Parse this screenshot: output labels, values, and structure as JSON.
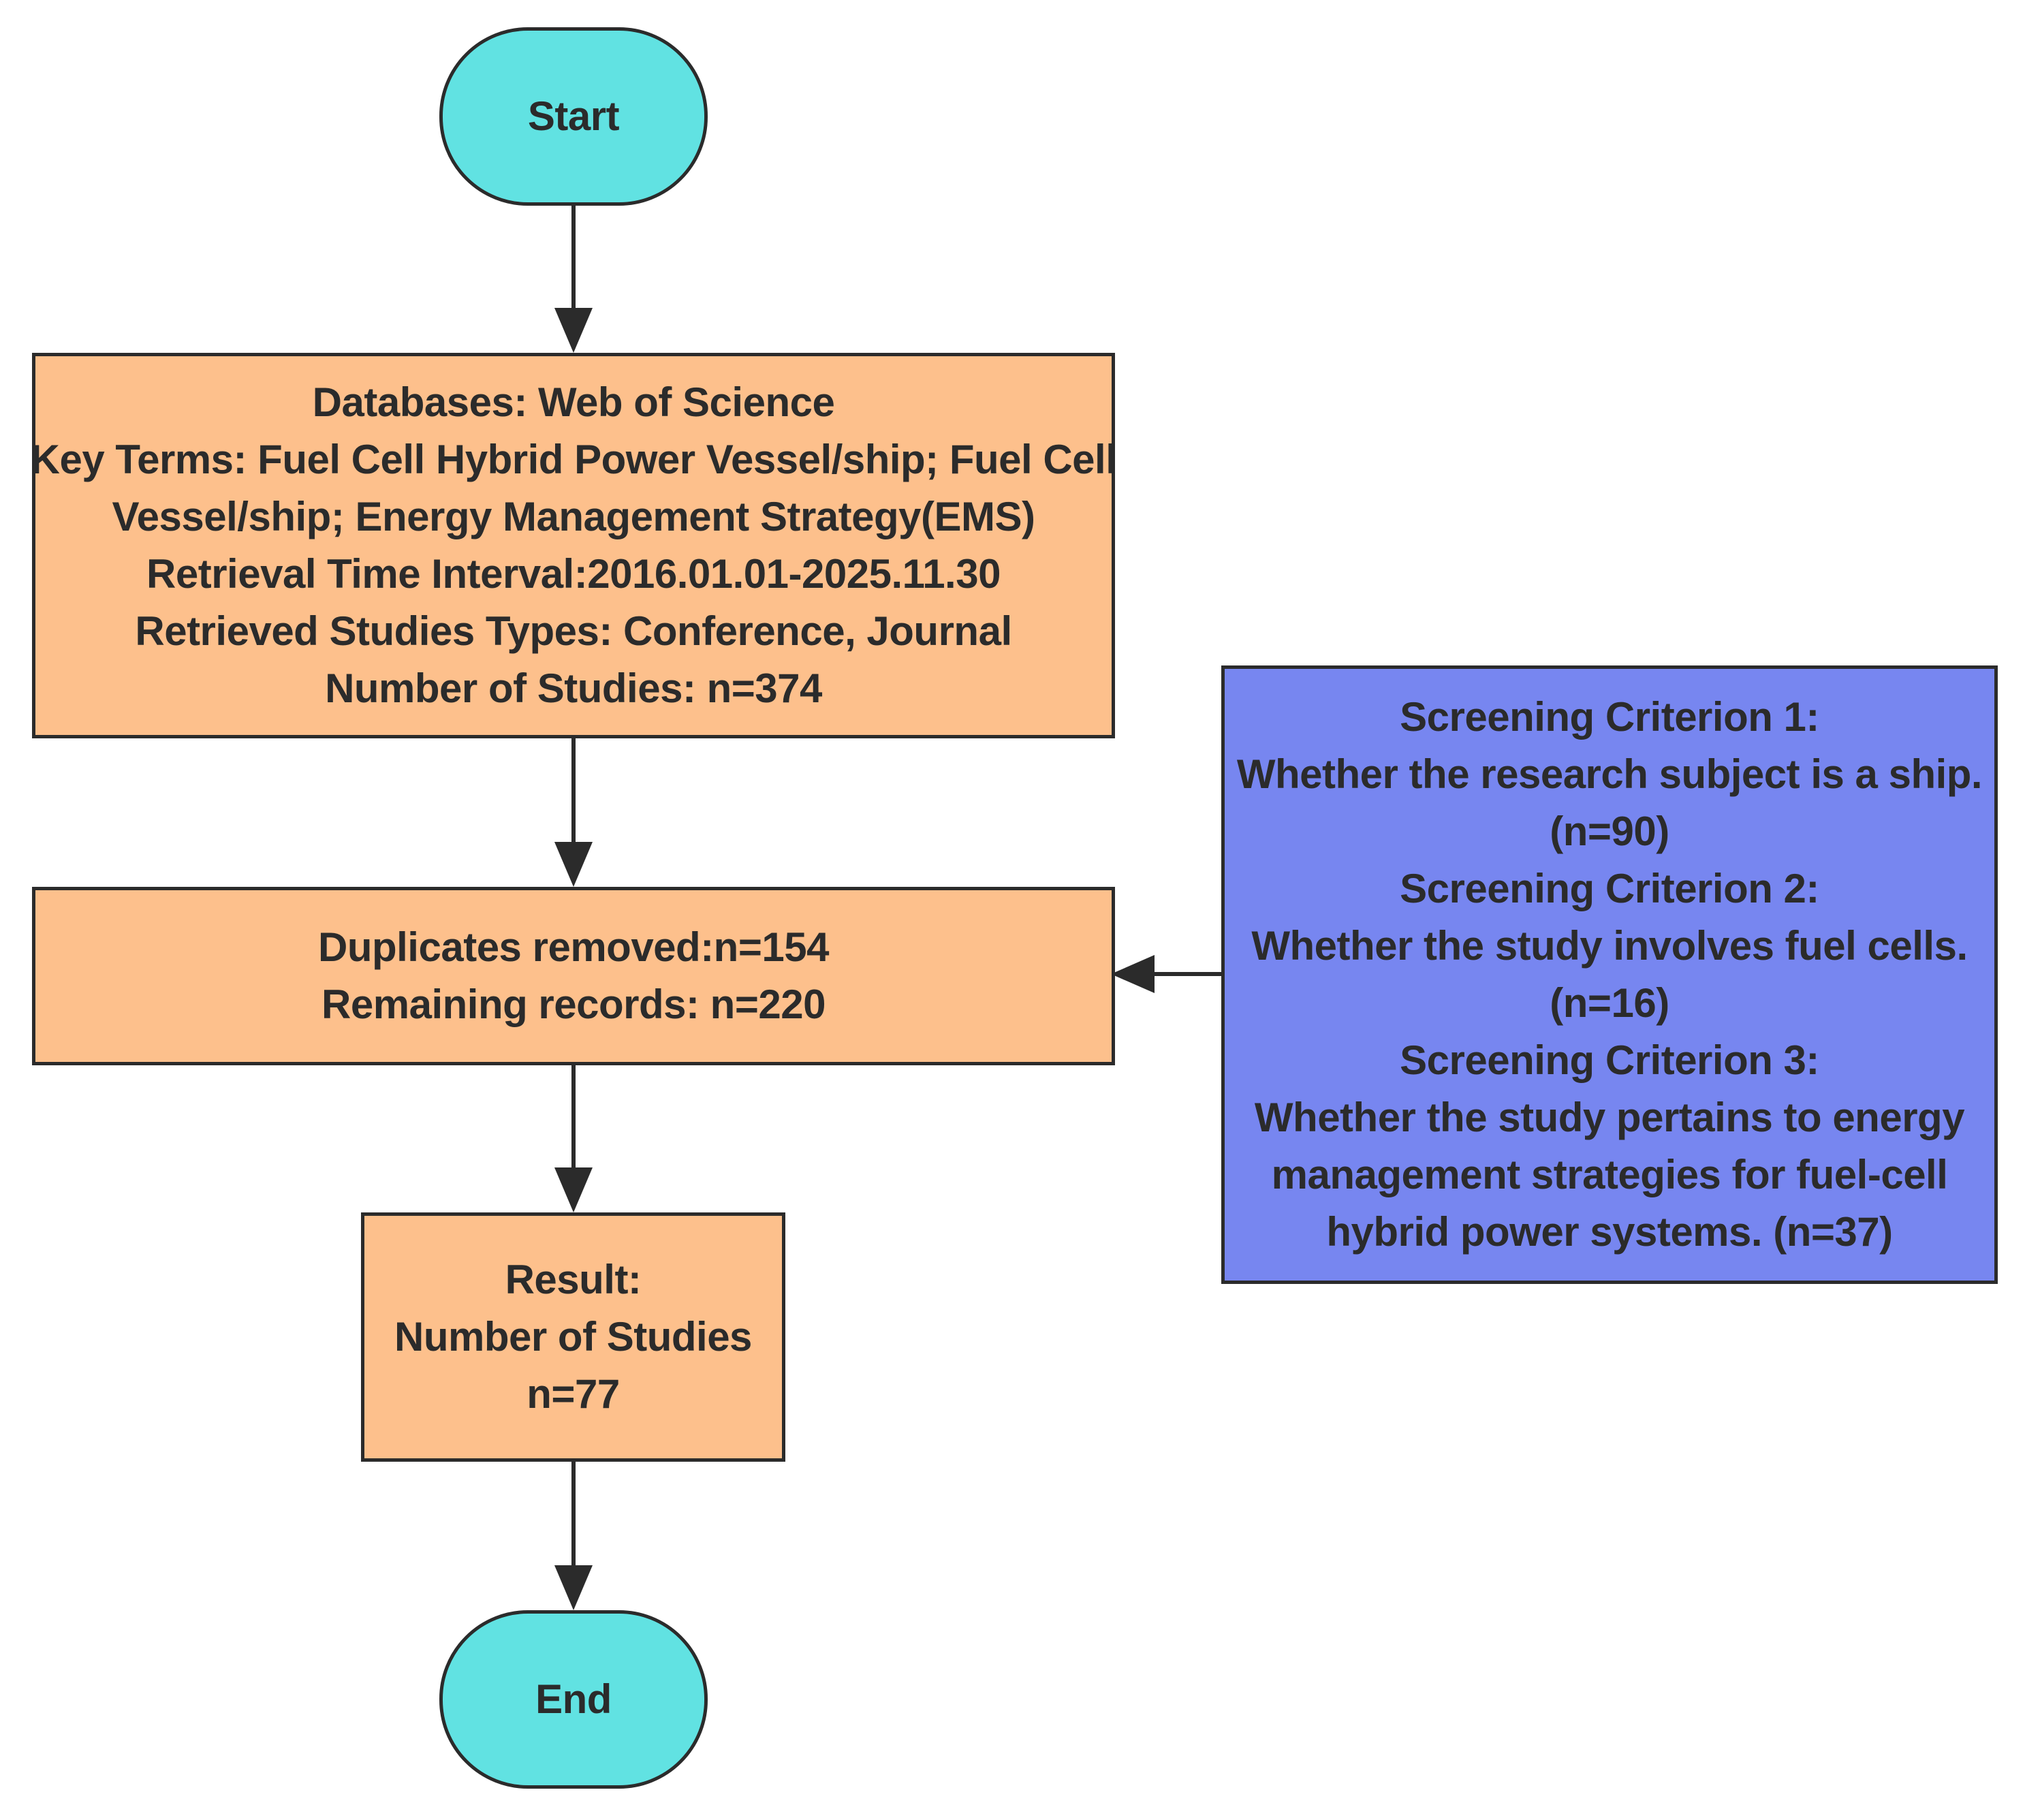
{
  "colors": {
    "terminal_fill": "#61e2e2",
    "process_fill": "#fdc08c",
    "criteria_fill": "#7786f0",
    "stroke": "#2b2b2b",
    "text": "#2b2b2b"
  },
  "nodes": {
    "start": {
      "label": "Start"
    },
    "search": {
      "lines": [
        "Databases: Web of Science",
        "Key Terms:  Fuel Cell Hybrid Power Vessel/ship;  Fuel Cell",
        "Vessel/ship;  Energy Management Strategy(EMS)",
        "Retrieval Time Interval:2016.01.01-2025.11.30",
        "Retrieved Studies Types: Conference, Journal",
        "Number of Studies: n=374"
      ]
    },
    "dedup": {
      "lines": [
        "Duplicates removed:n=154",
        "Remaining records: n=220"
      ]
    },
    "result": {
      "lines": [
        "Result:",
        "Number of Studies",
        "n=77"
      ]
    },
    "end": {
      "label": "End"
    },
    "criteria": {
      "lines": [
        "Screening Criterion 1:",
        "Whether the research subject is a ship.",
        "(n=90)",
        "Screening Criterion 2:",
        "Whether the study involves fuel cells.",
        "(n=16)",
        "Screening Criterion 3:",
        "Whether the study pertains to energy",
        "management strategies for fuel-cell",
        "hybrid power systems.  (n=37)"
      ]
    }
  }
}
